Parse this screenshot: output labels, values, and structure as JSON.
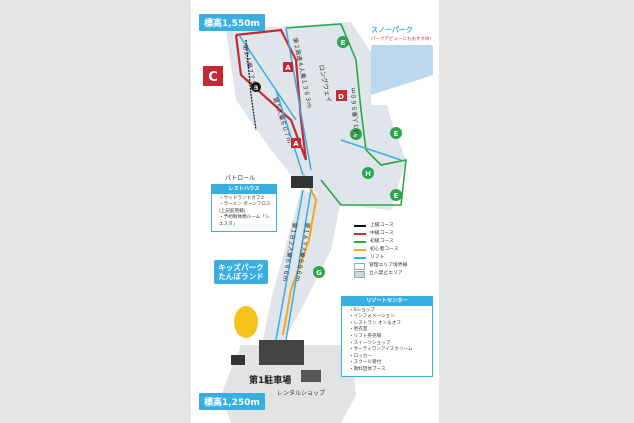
{
  "elevation": {
    "top": "標高1,550m",
    "bottom": "標高1,250m"
  },
  "lifts": [
    {
      "label": "第２人乗７７５m"
    },
    {
      "label": "第２高速４人乗１３６３m"
    },
    {
      "label": "第５人乗６０７m"
    },
    {
      "label": "第１Ｂ２人乗６６６m"
    },
    {
      "label": "第１Ａ３人乗６９６m"
    },
    {
      "label": "第３人乗５６０m"
    }
  ],
  "long_way": "ロングウェイ",
  "course_markers": [
    "A",
    "A",
    "B",
    "C",
    "D",
    "E",
    "E",
    "E",
    "F",
    "G",
    "H"
  ],
  "patrol": "パトロール",
  "rest_house": {
    "title": "レストハウス",
    "items": [
      "ウッドランドカフェ",
      "ラーメン ボーンフロス(上記館管轄)",
      "予約制休憩ルーム「シエスタ」"
    ]
  },
  "kids_park": "キッズパーク たんぽランド",
  "snow_park": {
    "title": "スノーパーク",
    "sub": "パークデビューにもおすすめ!"
  },
  "legend": {
    "items": [
      {
        "label": "上級コース",
        "color": "#111111"
      },
      {
        "label": "中級コース",
        "color": "#c62834"
      },
      {
        "label": "初級コース",
        "color": "#2aa64b"
      },
      {
        "label": "初心者コース",
        "color": "#f2a71d"
      },
      {
        "label": "リフト",
        "color": "#39aee0"
      }
    ],
    "areas": [
      {
        "label": "管理エリア境界線"
      },
      {
        "label": "立入禁止エリア"
      }
    ]
  },
  "resort_center": {
    "title": "リゾートセンター",
    "items": [
      "Sショップ",
      "インフォメーション",
      "レストラン オン＆オフ",
      "更衣室",
      "リフト券売場",
      "スイーツショップ",
      "サーティワンアイスクリーム",
      "ロッカー",
      "スクール受付",
      "救料団体ブース"
    ]
  },
  "parking": "第1駐車場",
  "rental_shop": "レンタルショップ"
}
